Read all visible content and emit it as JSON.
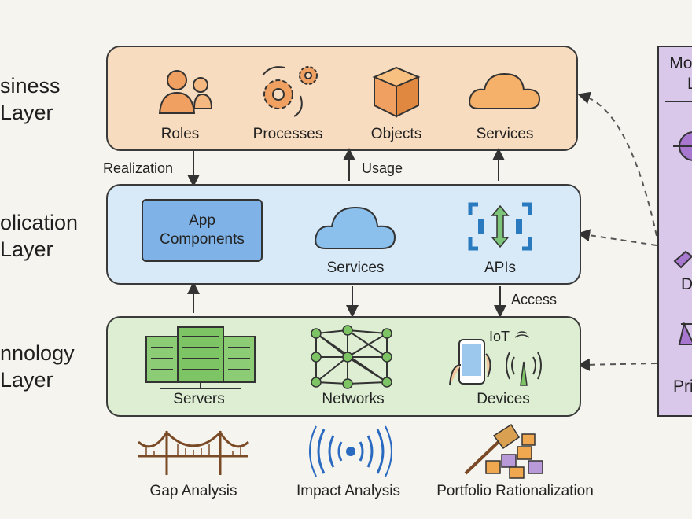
{
  "side_labels": {
    "business": [
      "siness",
      "Layer"
    ],
    "application": [
      "olication",
      "Layer"
    ],
    "technology": [
      "nnology",
      "Layer"
    ]
  },
  "business_layer": {
    "items": [
      "Roles",
      "Processes",
      "Objects",
      "Services"
    ],
    "color": "#f6d8b8"
  },
  "application_layer": {
    "app_components": "App Components",
    "services": "Services",
    "apis": "APIs",
    "color": "#d6e8f6"
  },
  "technology_layer": {
    "items": [
      "Servers",
      "Networks",
      "Devices"
    ],
    "iot": "IoT",
    "color": "#dcedd0"
  },
  "flows": {
    "realization": "Realization",
    "usage": "Usage",
    "access": "Access"
  },
  "analysis": [
    "Gap Analysis",
    "Impact Analysis",
    "Portfolio Rationalization"
  ],
  "right_panel": {
    "title": [
      "Mo",
      "L"
    ],
    "items": [
      "D",
      "Pri"
    ],
    "color": "#d9c8ea"
  }
}
